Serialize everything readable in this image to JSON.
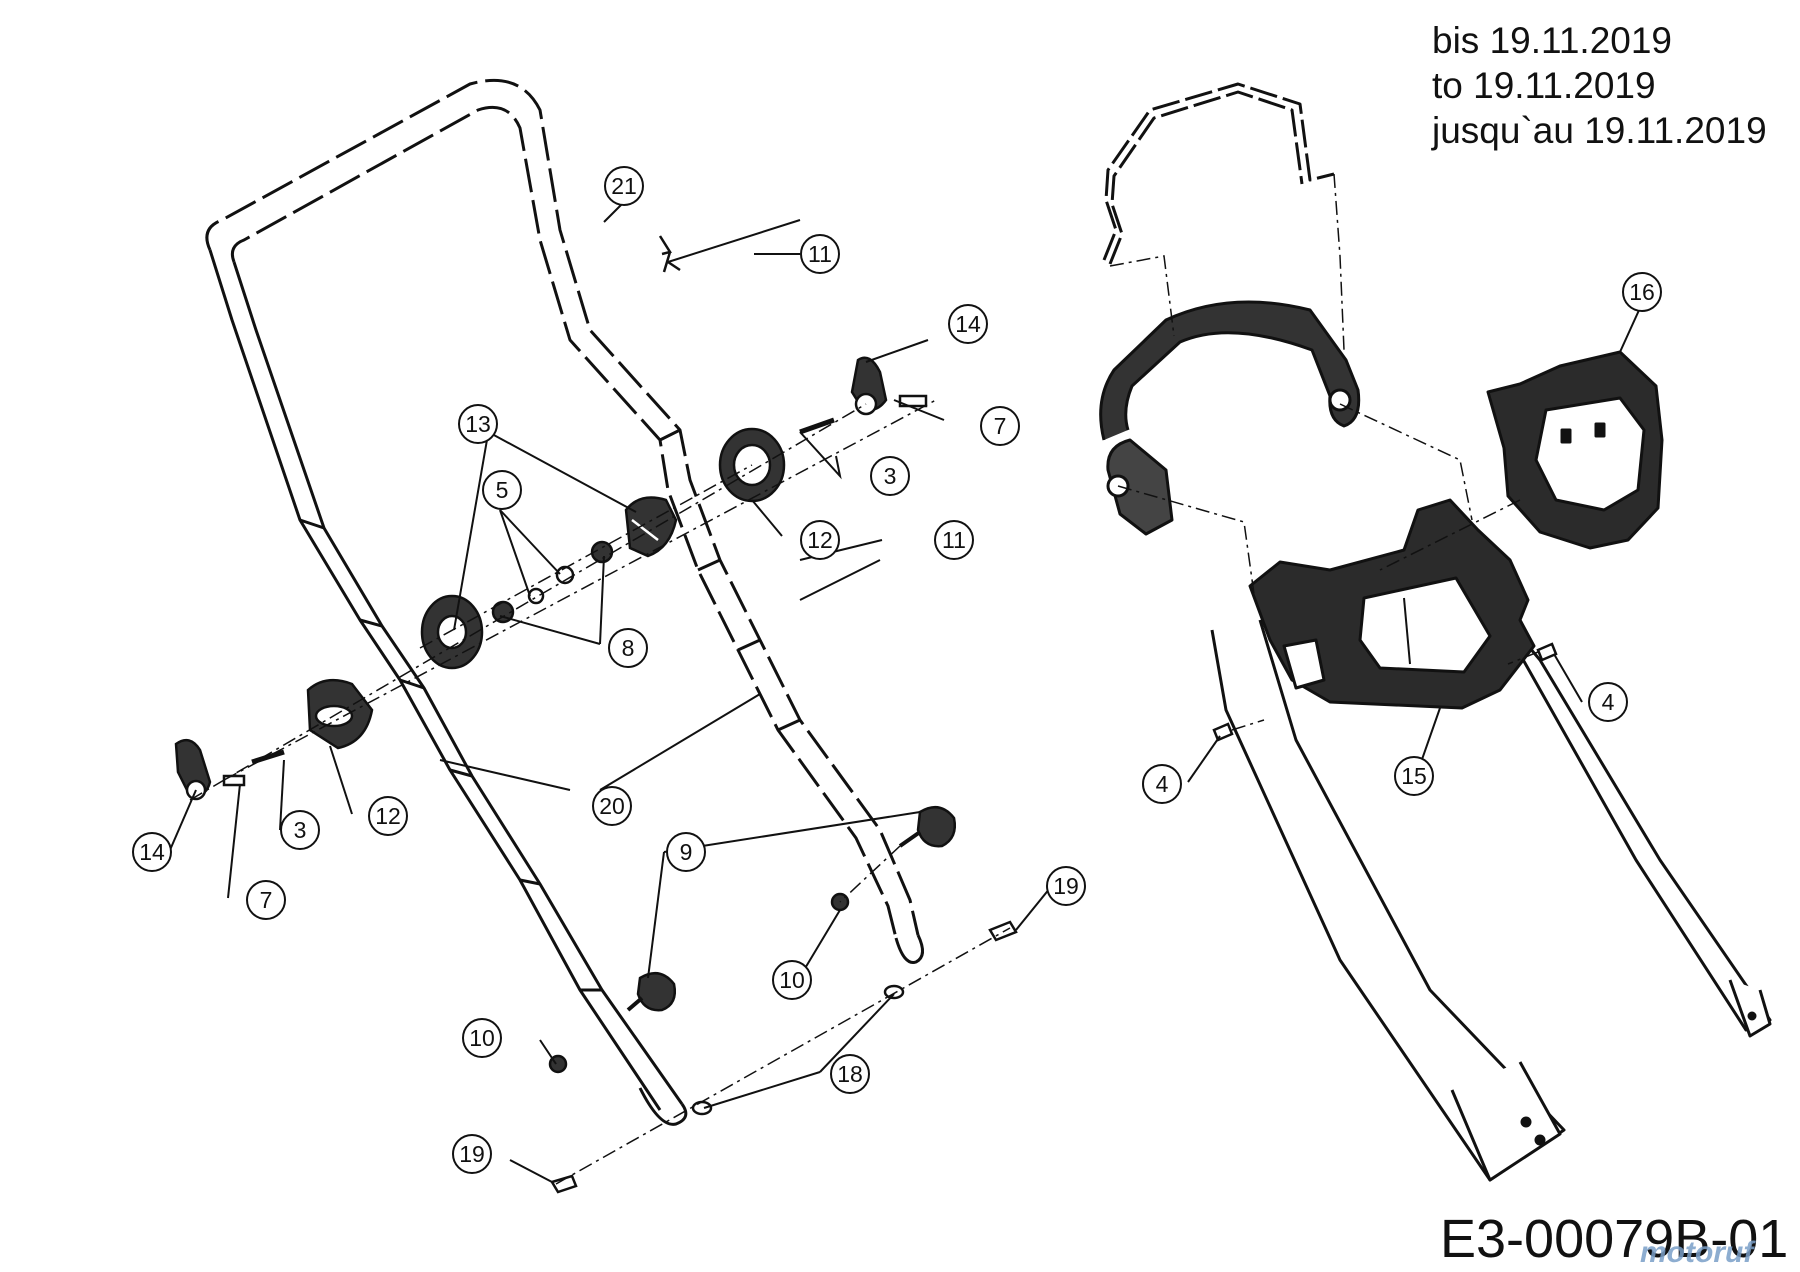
{
  "header": {
    "validity_lines": [
      "bis 19.11.2019",
      "to 19.11.2019",
      "jusqu`au 19.11.2019"
    ]
  },
  "footer": {
    "document_code": "E3-00079B-01",
    "watermark": "motoruf"
  },
  "callouts": [
    {
      "label": "21"
    },
    {
      "label": "11"
    },
    {
      "label": "14"
    },
    {
      "label": "7"
    },
    {
      "label": "13"
    },
    {
      "label": "5"
    },
    {
      "label": "3"
    },
    {
      "label": "12"
    },
    {
      "label": "11"
    },
    {
      "label": "8"
    },
    {
      "label": "20"
    },
    {
      "label": "12"
    },
    {
      "label": "3"
    },
    {
      "label": "14"
    },
    {
      "label": "7"
    },
    {
      "label": "9"
    },
    {
      "label": "19"
    },
    {
      "label": "10"
    },
    {
      "label": "10"
    },
    {
      "label": "18"
    },
    {
      "label": "19"
    },
    {
      "label": "16"
    },
    {
      "label": "4"
    },
    {
      "label": "4"
    },
    {
      "label": "15"
    }
  ]
}
